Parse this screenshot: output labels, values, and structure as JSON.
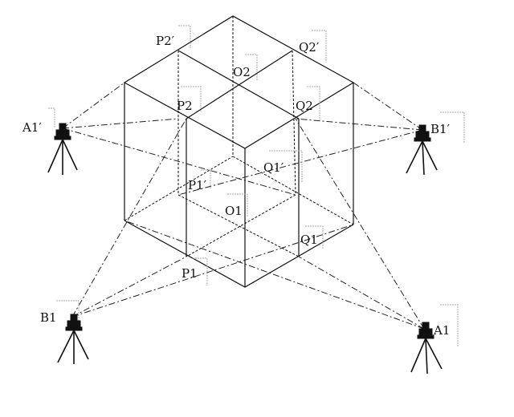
{
  "labels": {
    "A1p": "A1′",
    "B1p": "B1′",
    "B1": "B1",
    "A1": "A1",
    "P2p": "P2′",
    "Q2p": "Q2′",
    "O2": "O2",
    "P2": "P2",
    "Q2": "Q2",
    "P1p": "P1′",
    "Q1p": "Q1′",
    "O1": "O1",
    "Q1": "Q1",
    "P1": "P1"
  },
  "colors": {
    "ink": "#111111",
    "guide": "#aaaaaa"
  },
  "icons": {
    "station": "total-station-tripod-icon"
  }
}
